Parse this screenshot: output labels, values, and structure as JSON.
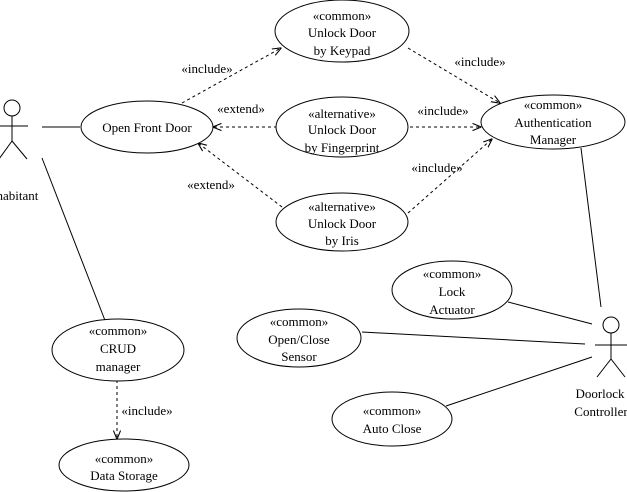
{
  "actors": [
    {
      "id": "inhabitant",
      "label": "Inhabitant"
    },
    {
      "id": "doorlock",
      "label_lines": [
        "Doorlock",
        "Controller"
      ]
    }
  ],
  "use_cases": [
    {
      "id": "keypad",
      "lines": [
        "«common»",
        "Unlock Door",
        "by Keypad"
      ]
    },
    {
      "id": "front",
      "lines": [
        "Open Front Door"
      ]
    },
    {
      "id": "finger",
      "lines": [
        "«alternative»",
        "Unlock Door",
        "by Fingerprint"
      ]
    },
    {
      "id": "iris",
      "lines": [
        "«alternative»",
        "Unlock Door",
        "by Iris"
      ]
    },
    {
      "id": "auth",
      "lines": [
        "«common»",
        "Authentication",
        "Manager"
      ]
    },
    {
      "id": "lock",
      "lines": [
        "«common»",
        "Lock",
        "Actuator"
      ]
    },
    {
      "id": "sensor",
      "lines": [
        "«common»",
        "Open/Close",
        "Sensor"
      ]
    },
    {
      "id": "crud",
      "lines": [
        "«common»",
        "CRUD",
        "manager"
      ]
    },
    {
      "id": "autoclose",
      "lines": [
        "«common»",
        "Auto Close"
      ]
    },
    {
      "id": "storage",
      "lines": [
        "«common»",
        "Data Storage"
      ]
    }
  ],
  "relations": [
    {
      "id": "front-keypad",
      "label": "«include»"
    },
    {
      "id": "keypad-auth",
      "label": "«include»"
    },
    {
      "id": "finger-front",
      "label": "«extend»"
    },
    {
      "id": "finger-auth",
      "label": "«include»"
    },
    {
      "id": "iris-front",
      "label": "«extend»"
    },
    {
      "id": "iris-auth",
      "label": "«include»"
    },
    {
      "id": "crud-storage",
      "label": "«include»"
    }
  ]
}
